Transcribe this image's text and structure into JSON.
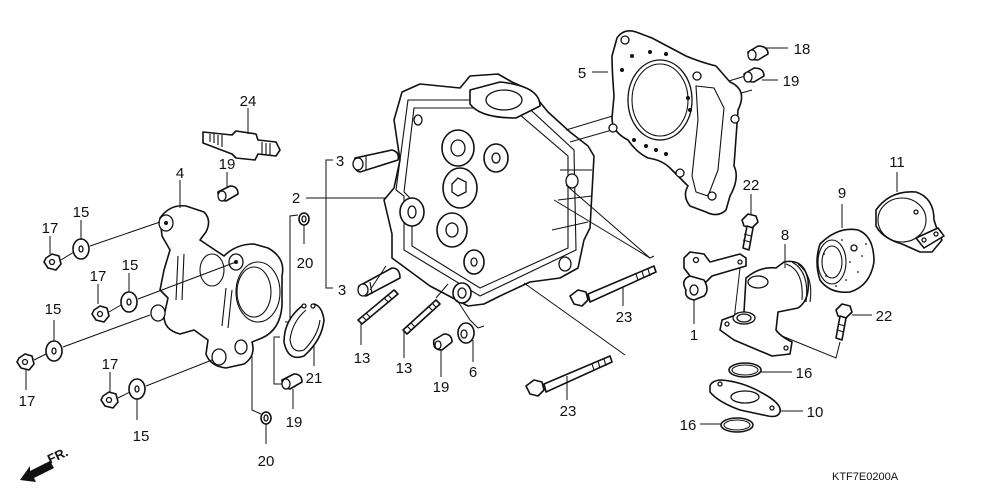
{
  "diagram": {
    "title": "Cylinder Head exploded parts diagram",
    "catalog_code": "KTF7E0200A",
    "direction_indicator": "FR.",
    "callouts": [
      {
        "id": "c1",
        "number": "1"
      },
      {
        "id": "c2",
        "number": "2"
      },
      {
        "id": "c3a",
        "number": "3"
      },
      {
        "id": "c3b",
        "number": "3"
      },
      {
        "id": "c4",
        "number": "4"
      },
      {
        "id": "c5",
        "number": "5"
      },
      {
        "id": "c6",
        "number": "6"
      },
      {
        "id": "c8",
        "number": "8"
      },
      {
        "id": "c9",
        "number": "9"
      },
      {
        "id": "c10",
        "number": "10"
      },
      {
        "id": "c11",
        "number": "11"
      },
      {
        "id": "c13a",
        "number": "13"
      },
      {
        "id": "c13b",
        "number": "13"
      },
      {
        "id": "c15a",
        "number": "15"
      },
      {
        "id": "c15b",
        "number": "15"
      },
      {
        "id": "c15c",
        "number": "15"
      },
      {
        "id": "c15d",
        "number": "15"
      },
      {
        "id": "c16a",
        "number": "16"
      },
      {
        "id": "c16b",
        "number": "16"
      },
      {
        "id": "c17a",
        "number": "17"
      },
      {
        "id": "c17b",
        "number": "17"
      },
      {
        "id": "c17c",
        "number": "17"
      },
      {
        "id": "c17d",
        "number": "17"
      },
      {
        "id": "c18",
        "number": "18"
      },
      {
        "id": "c19a",
        "number": "19"
      },
      {
        "id": "c19b",
        "number": "19"
      },
      {
        "id": "c19c",
        "number": "19"
      },
      {
        "id": "c19d",
        "number": "19"
      },
      {
        "id": "c20a",
        "number": "20"
      },
      {
        "id": "c20b",
        "number": "20"
      },
      {
        "id": "c21",
        "number": "21"
      },
      {
        "id": "c22a",
        "number": "22"
      },
      {
        "id": "c22b",
        "number": "22"
      },
      {
        "id": "c23a",
        "number": "23"
      },
      {
        "id": "c23b",
        "number": "23"
      },
      {
        "id": "c24",
        "number": "24"
      }
    ]
  }
}
